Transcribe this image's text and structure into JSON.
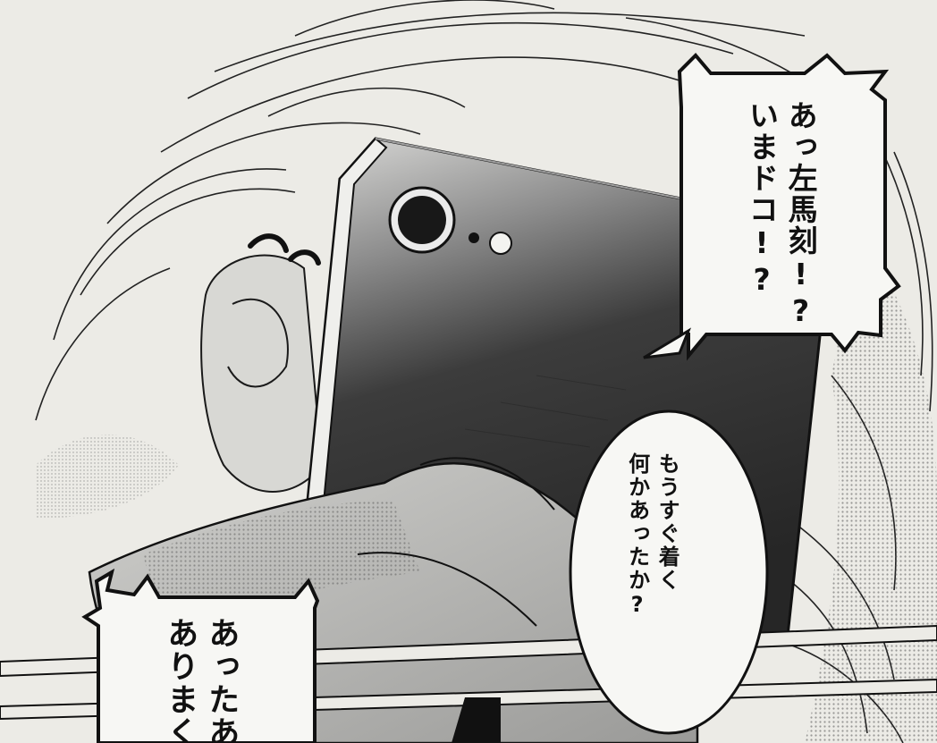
{
  "bubbles": {
    "top_right": {
      "lines": [
        "あっ左馬刻!?",
        "いまドコ!?"
      ]
    },
    "middle_oval": {
      "lines": [
        "もうすぐ着く",
        "何かあったか?"
      ]
    },
    "bottom_left": {
      "lines": [
        "あったあ",
        "ありまく"
      ]
    }
  },
  "colors": {
    "paper": "#ecebe6",
    "ink": "#111111",
    "tone": "#7a7a7a",
    "phone_dark": "#2e2e2e"
  }
}
